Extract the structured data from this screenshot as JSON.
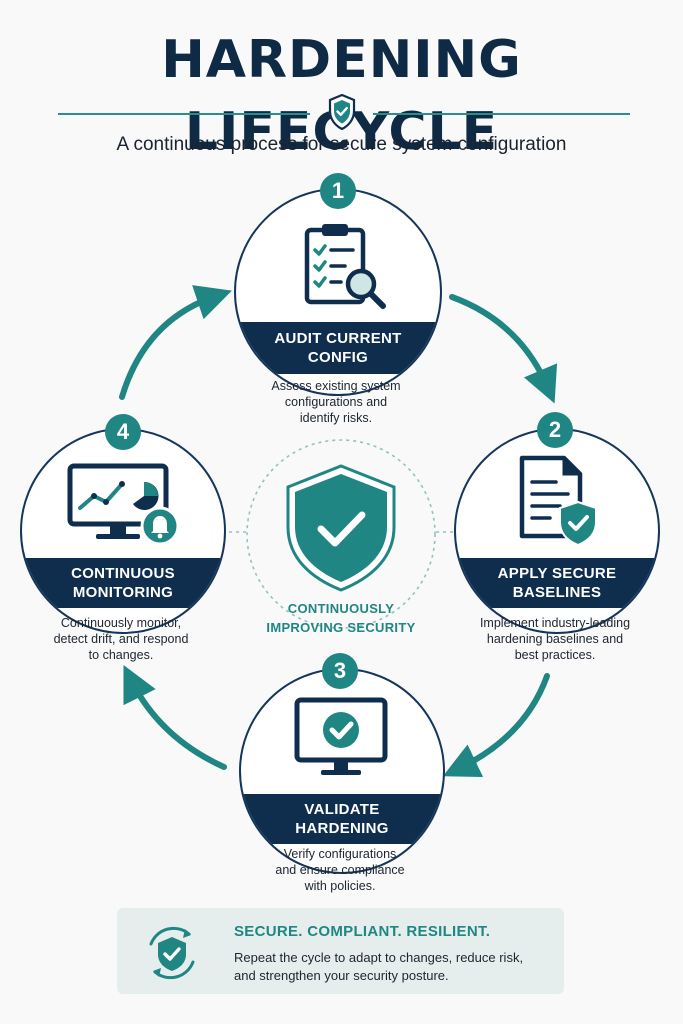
{
  "header": {
    "title": "HARDENING LIFECYCLE",
    "subtitle": "A continuous process for secure system configuration",
    "shield_icon": "shield-check-icon"
  },
  "colors": {
    "navy": "#0f2e4e",
    "teal": "#1f8683",
    "background": "#f8f9f8",
    "panel": "#e6eeed"
  },
  "steps": [
    {
      "number": "1",
      "title_lines": [
        "AUDIT CURRENT",
        "CONFIG"
      ],
      "description_lines": [
        "Assess existing system",
        "configurations and",
        "identify risks."
      ],
      "icon": "clipboard-magnifier-icon"
    },
    {
      "number": "2",
      "title_lines": [
        "APPLY SECURE",
        "BASELINES"
      ],
      "description_lines": [
        "Implement industry-leading",
        "hardening baselines and",
        "best practices."
      ],
      "icon": "document-shield-icon"
    },
    {
      "number": "3",
      "title_lines": [
        "VALIDATE",
        "HARDENING"
      ],
      "description_lines": [
        "Verify configurations",
        "and ensure compliance",
        "with policies."
      ],
      "icon": "monitor-check-icon"
    },
    {
      "number": "4",
      "title_lines": [
        "CONTINUOUS",
        "MONITORING"
      ],
      "description_lines": [
        "Continuously monitor,",
        "detect drift, and respond",
        "to changes."
      ],
      "icon": "monitor-chart-bell-icon"
    }
  ],
  "center": {
    "label_lines": [
      "CONTINUOUSLY",
      "IMPROVING SECURITY"
    ],
    "icon": "shield-check-icon"
  },
  "footer": {
    "headline": "SECURE. COMPLIANT. RESILIENT.",
    "body_lines": [
      "Repeat the cycle to adapt to changes, reduce risk,",
      "and strengthen your security posture."
    ],
    "icon": "shield-cycle-icon"
  }
}
